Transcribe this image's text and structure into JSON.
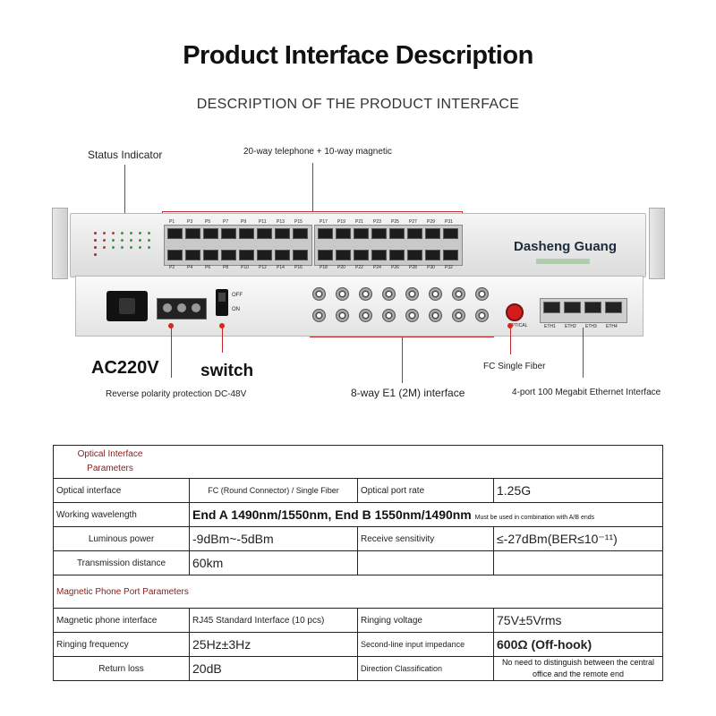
{
  "header": {
    "title": "Product Interface Description",
    "subtitle": "DESCRIPTION OF THE PRODUCT INTERFACE"
  },
  "callouts": {
    "status_indicator": "Status Indicator",
    "telephone": "20-way telephone + 10-way magnetic",
    "ac": "AC220V",
    "switch": "switch",
    "reverse": "Reverse polarity protection DC-48V",
    "e1": "8-way E1 (2M) interface",
    "fc": "FC Single Fiber",
    "ethernet": "4-port 100 Megabit Ethernet Interface"
  },
  "device": {
    "brand": "Dasheng Guang",
    "ports_top": [
      "P1",
      "P3",
      "P5",
      "P7",
      "P9",
      "P11",
      "P13",
      "P15",
      "P17",
      "P19",
      "P21",
      "P23",
      "P25",
      "P27",
      "P29",
      "P31"
    ],
    "ports_bottom": [
      "P2",
      "P4",
      "P6",
      "P8",
      "P10",
      "P12",
      "P14",
      "P16",
      "P18",
      "P20",
      "P22",
      "P24",
      "P26",
      "P28",
      "P30",
      "P32"
    ],
    "eth_ports": [
      "ETH1",
      "ETH2",
      "ETH3",
      "ETH4"
    ],
    "switch_off": "OFF",
    "switch_on": "ON",
    "optical": "OPTICAL",
    "accent_red": "#c1272d"
  },
  "table": {
    "section1": "Optical Interface Parameters",
    "section2": "Magnetic Phone Port Parameters",
    "rows1": [
      {
        "k1": "Optical interface",
        "v1": "FC (Round Connector) / Single Fiber",
        "k2": "Optical port rate",
        "v2": "1.25G"
      },
      {
        "k1": "Working wavelength",
        "v1": "End A 1490nm/1550nm, End B 1550nm/1490nm",
        "note": "Must be used in combination with A/B ends"
      },
      {
        "k1": "Luminous power",
        "v1": "-9dBm~-5dBm",
        "k2": "Receive sensitivity",
        "v2": "≤-27dBm(BER≤10⁻¹¹)"
      },
      {
        "k1": "Transmission distance",
        "v1": "60km",
        "k2": "",
        "v2": ""
      }
    ],
    "rows2": [
      {
        "k1": "Magnetic phone interface",
        "v1": "RJ45 Standard Interface (10 pcs)",
        "k2": "Ringing voltage",
        "v2": "75V±5Vrms"
      },
      {
        "k1": "Ringing frequency",
        "v1": "25Hz±3Hz",
        "k2": "Second-line input impedance",
        "v2": "600Ω (Off-hook)"
      },
      {
        "k1": "Return loss",
        "v1": "20dB",
        "k2": "Direction Classification",
        "v2": "No need to distinguish between the central office and the remote end"
      }
    ]
  }
}
